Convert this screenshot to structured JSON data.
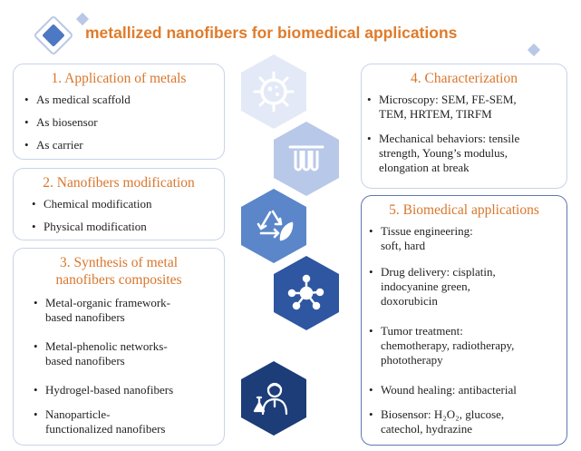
{
  "title": "metallized nanofibers for biomedical applications",
  "boxes": {
    "b1": {
      "title": "1. Application of metals",
      "items": [
        "As medical scaffold",
        "As biosensor",
        "As carrier"
      ]
    },
    "b2": {
      "title": "2. Nanofibers modification",
      "items": [
        "Chemical modification",
        "Physical modification"
      ]
    },
    "b3": {
      "title_l1": "3. Synthesis of metal",
      "title_l2": "nanofibers composites",
      "items": [
        {
          "l1": "Metal-organic framework-",
          "l2": "based nanofibers"
        },
        {
          "l1": "Metal-phenolic networks-",
          "l2": "based nanofibers"
        },
        {
          "l1": "Hydrogel-based nanofibers",
          "l2": ""
        },
        {
          "l1": "Nanoparticle-",
          "l2": "functionalized nanofibers"
        }
      ]
    },
    "b4": {
      "title": "4. Characterization",
      "items": [
        {
          "l1": "Microscopy: SEM, FE-SEM,",
          "l2": "TEM, HRTEM, TIRFM",
          "l3": ""
        },
        {
          "l1": "Mechanical behaviors: tensile",
          "l2": "strength, Young’s modulus,",
          "l3": "elongation at break"
        }
      ]
    },
    "b5": {
      "title": "5. Biomedical applications",
      "items": [
        {
          "l1": "Tissue engineering:",
          "l2": "soft, hard",
          "l3": ""
        },
        {
          "l1": "Drug delivery: cisplatin,",
          "l2": "indocyanine green,",
          "l3": "doxorubicin"
        },
        {
          "l1": "Tumor treatment:",
          "l2": "chemotherapy, radiotherapy,",
          "l3": "phototherapy"
        },
        {
          "l1": "Wound healing: antibacterial",
          "l2": "",
          "l3": ""
        },
        {
          "l1": "Biosensor:",
          "h2o2": "H₂O₂",
          "l1b": ", glucose,",
          "l2": "catechol, hydrazine",
          "l3": ""
        }
      ]
    }
  },
  "icons": [
    "virus-icon",
    "test-tubes-icon",
    "recycle-leaf-icon",
    "molecule-icon",
    "scientist-icon"
  ],
  "colors": {
    "title": "#e07b2a",
    "box_title": "#d9762c",
    "box_border_light": "#c7d3ea",
    "box_border_dark": "#5f78ad",
    "hex_1": "#e3e9f6",
    "hex_2": "#b8c8e8",
    "hex_3": "#5b86c9",
    "hex_4": "#2e56a1",
    "hex_5": "#1c3d78"
  }
}
